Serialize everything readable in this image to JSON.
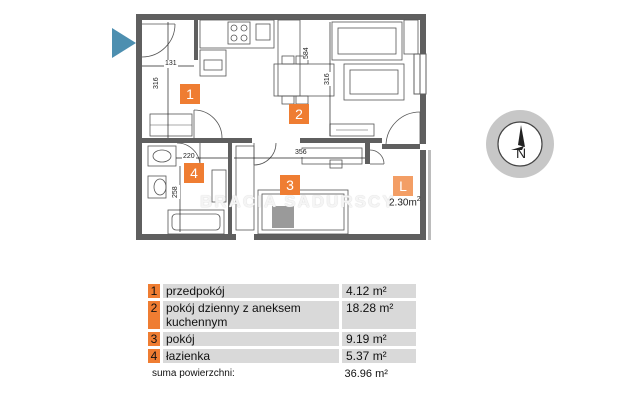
{
  "plan": {
    "entrance_icon": "triangle-arrow-icon",
    "compass": {
      "letter": "N",
      "icon": "compass-icon"
    },
    "room_badges": [
      {
        "id": "1",
        "label": "1"
      },
      {
        "id": "2",
        "label": "2"
      },
      {
        "id": "3",
        "label": "3"
      },
      {
        "id": "4",
        "label": "4"
      }
    ],
    "balcony_badge": "L",
    "dimensions": {
      "hall_width": "131",
      "hall_height": "316",
      "living_width": "584",
      "living_height": "316",
      "bath_width": "220",
      "room_width": "356",
      "bath_height": "258"
    },
    "balcony_area": "2.30m",
    "balcony_unit": "2",
    "watermark": "BRACIA SADURSCY",
    "colors": {
      "badge": "#ef7d32",
      "wall": "#5f5f5f",
      "table_bg": "#d9d9d9"
    }
  },
  "table": {
    "rooms": [
      {
        "num": "1",
        "name_lines": [
          "przedpokój"
        ],
        "area": "4.12 m²"
      },
      {
        "num": "2",
        "name_lines": [
          "pokój dzienny z aneksem",
          "kuchennym"
        ],
        "area": "18.28 m²"
      },
      {
        "num": "3",
        "name_lines": [
          "pokój"
        ],
        "area": "9.19 m²"
      },
      {
        "num": "4",
        "name_lines": [
          "łazienka"
        ],
        "area": "5.37 m²"
      }
    ],
    "total_label": "suma powierzchni:",
    "total_area": "36.96 m²"
  }
}
